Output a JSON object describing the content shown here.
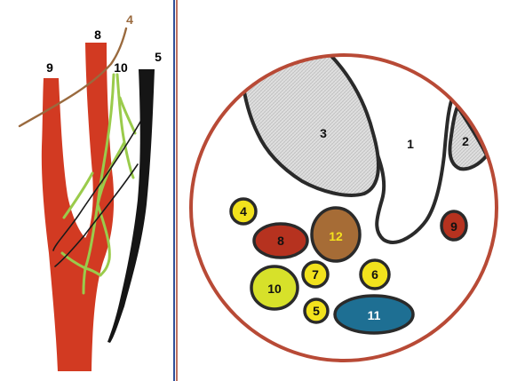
{
  "left_panel": {
    "labels": {
      "vessel_9": "9",
      "vessel_8": "8",
      "nerve_4": "4",
      "nerve_10": "10",
      "vessel_5": "5"
    }
  },
  "right_panel": {
    "labels": {
      "region_1": "1",
      "region_2": "2",
      "region_3": "3",
      "structure_4": "4",
      "structure_5": "5",
      "structure_6": "6",
      "structure_7": "7",
      "structure_8": "8",
      "structure_9": "9",
      "structure_10": "10",
      "structure_11": "11",
      "structure_12": "12"
    }
  },
  "colors": {
    "artery_red": "#d23a22",
    "dark_red": "#b6321f",
    "nerve_green": "#9acb4b",
    "vein_black": "#151515",
    "nerve_brown": "#9a6a3e",
    "circle_outline": "#b84a36",
    "yellow": "#f2e21d",
    "yellow_green": "#d7e12a",
    "brown": "#a66c36",
    "blue": "#1e6f93",
    "hatched_gray": "#dcdcdc",
    "divider_blue": "#2f4f9a",
    "divider_red": "#a7432f"
  }
}
